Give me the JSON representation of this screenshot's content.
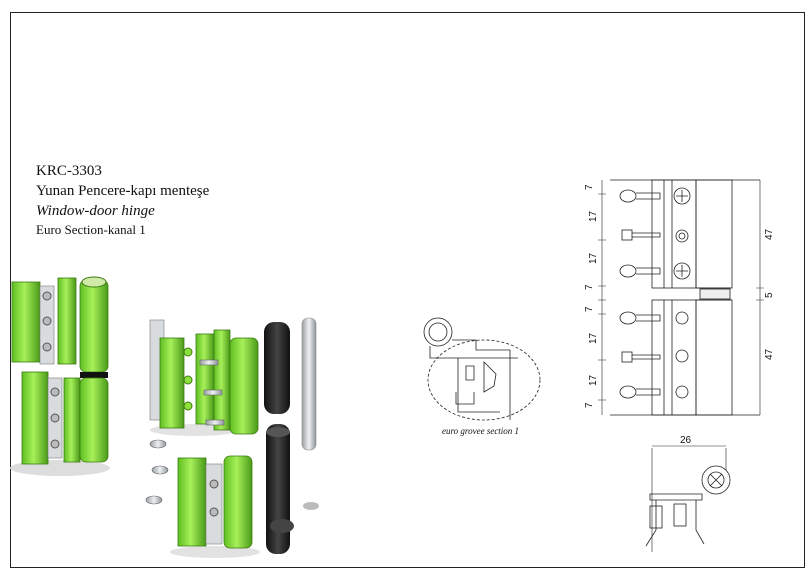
{
  "document": {
    "model_code": "KRC-3303",
    "name_tr": "Yunan Pencere-kapı menteşe",
    "name_en": "Window-door hinge",
    "section": "Euro Section-kanal 1"
  },
  "drawings": {
    "section_caption": "euro grovee section 1",
    "dimensions": {
      "upper_segments": [
        "7",
        "17",
        "17",
        "7"
      ],
      "lower_segments": [
        "7",
        "17",
        "17",
        "7"
      ],
      "leaf_height_upper": "47",
      "leaf_height_lower": "47",
      "gap": "5",
      "width": "26"
    }
  },
  "colors": {
    "hinge_green": "#8ee03a",
    "hinge_green_dark": "#4fa51a",
    "pin_dark": "#2b2b2b",
    "pin_metal": "#cfd3d6",
    "line": "#222222"
  }
}
